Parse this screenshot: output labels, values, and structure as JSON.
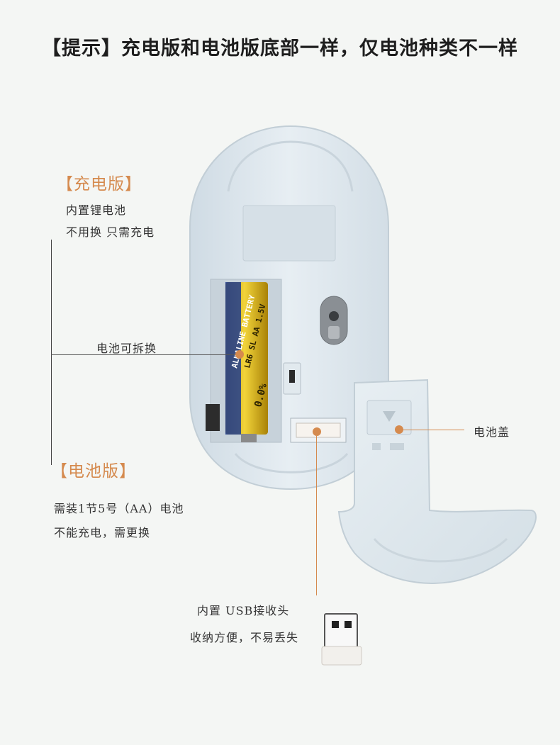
{
  "headline": "【提示】充电版和电池版底部一样，仅电池种类不一样",
  "rechargeable": {
    "title": "【充电版】",
    "line1": "内置锂电池",
    "line2": "不用换  只需充电"
  },
  "replaceable_label": "电池可拆换",
  "battery_version": {
    "title": "【电池版】",
    "line1": "需装1节5号（AA）电池",
    "line2": "不能充电，需更换"
  },
  "battery_cover_label": "电池盖",
  "usb": {
    "line1": "内置  USB接收头",
    "line2": "收纳方便，不易丢失"
  },
  "colors": {
    "accent": "#d58a4e",
    "mouse_body": "#dfe8ee",
    "battery_yellow": "#e6c21a"
  }
}
